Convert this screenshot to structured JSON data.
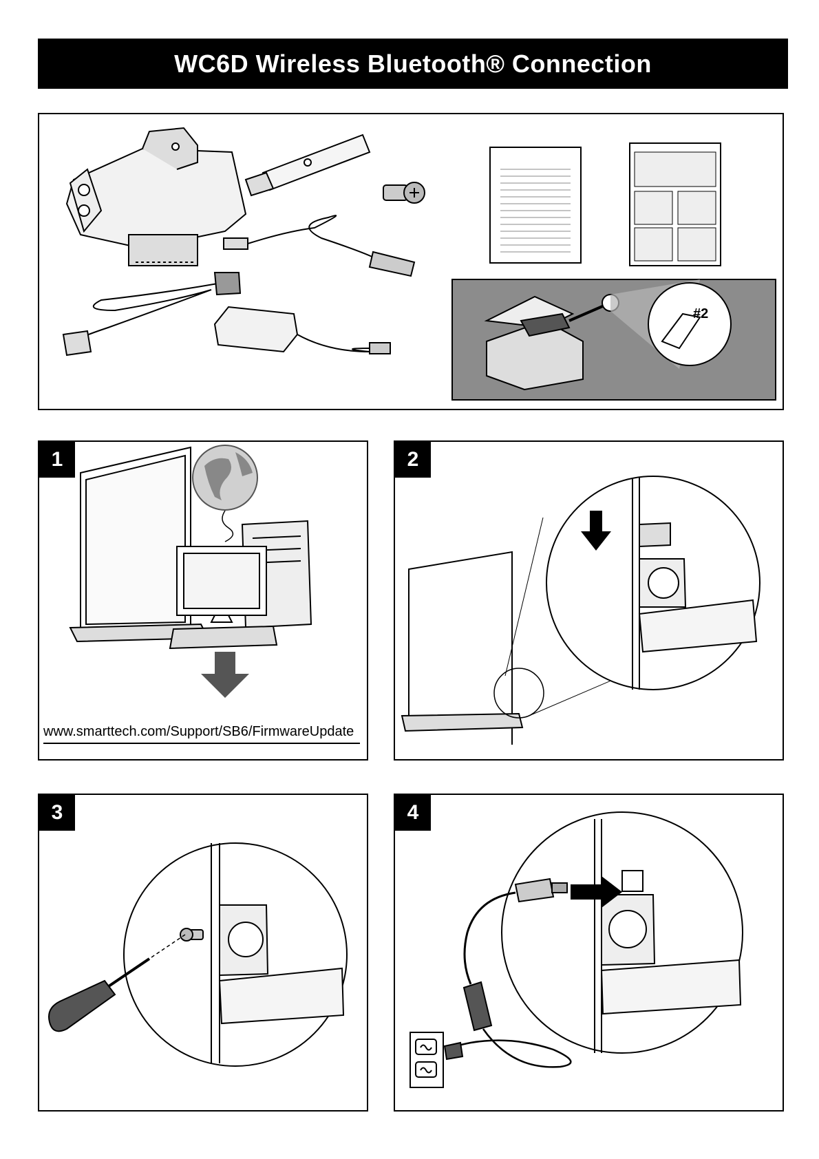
{
  "page": {
    "title": "WC6D Wireless Bluetooth® Connection"
  },
  "kit": {
    "screwdriver_size_label": "#2"
  },
  "steps": [
    {
      "number": "1",
      "url": "www.smarttech.com/Support/SB6/FirmwareUpdate"
    },
    {
      "number": "2"
    },
    {
      "number": "3"
    },
    {
      "number": "4"
    }
  ],
  "icons": {
    "globe": "globe-icon",
    "down_arrow": "download-arrow-icon",
    "right_arrow": "insert-arrow-icon",
    "outlet": "power-outlet-icon"
  },
  "colors": {
    "title_bar": "#000000",
    "title_text": "#ffffff",
    "inset_background": "#8c8c8c",
    "arrow_fill": "#555555"
  }
}
